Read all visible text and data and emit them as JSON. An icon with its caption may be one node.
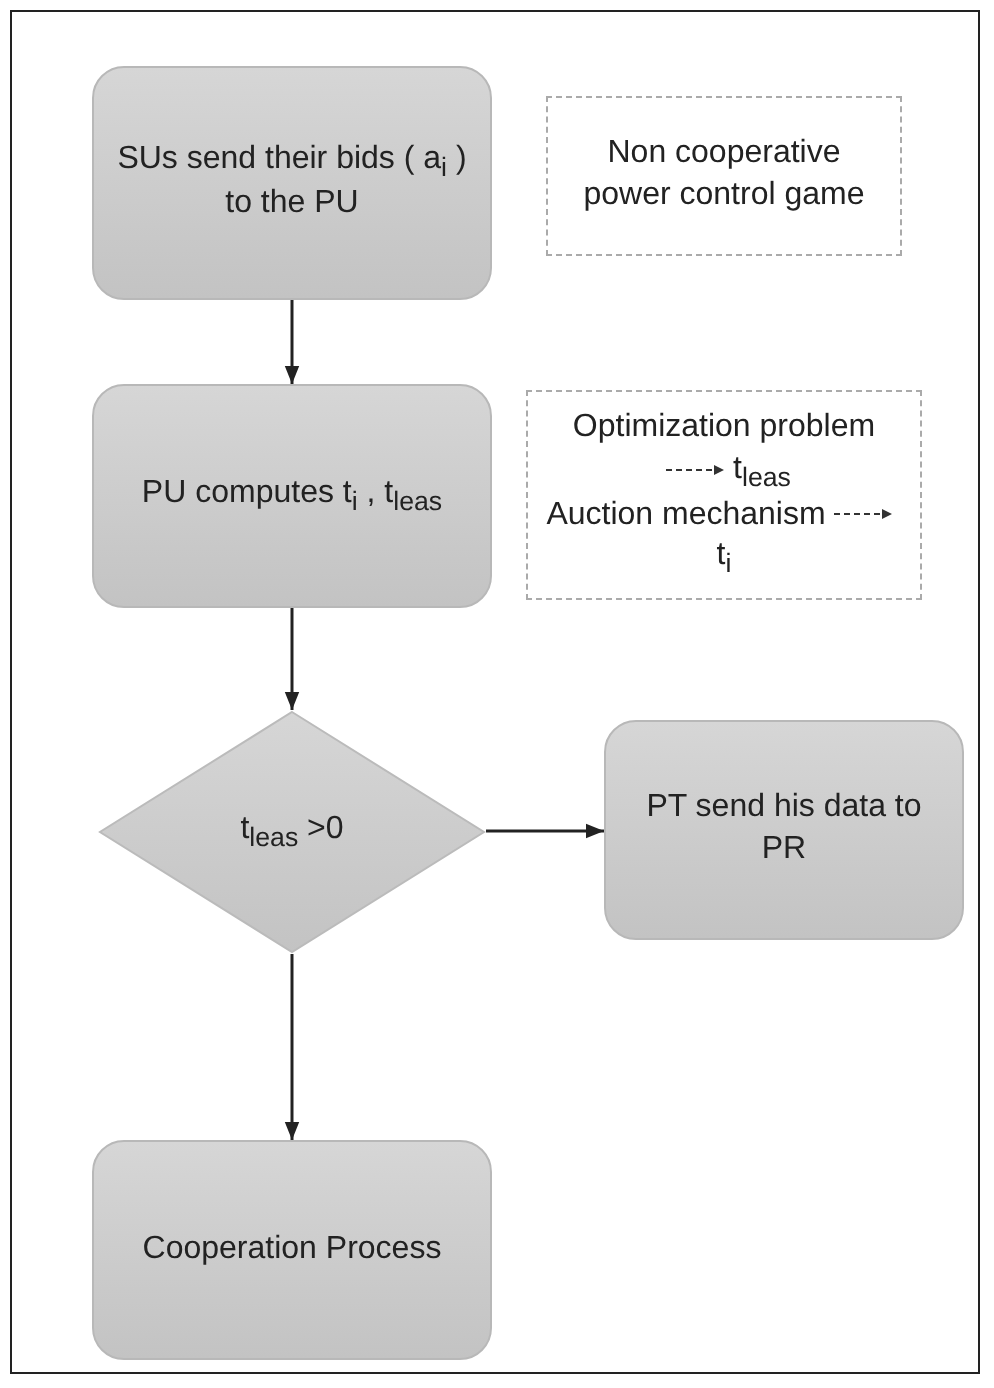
{
  "diagram": {
    "nodes": [
      {
        "text": [
          "SUs  send their bids ( a$_{i}$ )  to the PU"
        ]
      },
      {
        "text": [
          "Non cooperative power control game"
        ]
      },
      {
        "text": [
          "PU computes t$_{i}$ , t$_{leas}$"
        ]
      },
      {
        "text": [
          "Optimization problem",
          "t$_{leas}$",
          "Auction mechanism",
          "t$_{i}$"
        ]
      },
      {
        "text": [
          "t$_{leas}$ >0"
        ]
      },
      {
        "text": [
          "PT send his data to PR"
        ]
      },
      {
        "text": [
          "Cooperation Process"
        ]
      }
    ],
    "edges": [
      {
        "from": 0,
        "to": 2,
        "arrow": "to"
      },
      {
        "from": 2,
        "to": 4,
        "arrow": "to"
      },
      {
        "from": 4,
        "to": 5,
        "arrow": "to"
      },
      {
        "from": 4,
        "to": 6,
        "arrow": "to"
      }
    ]
  }
}
